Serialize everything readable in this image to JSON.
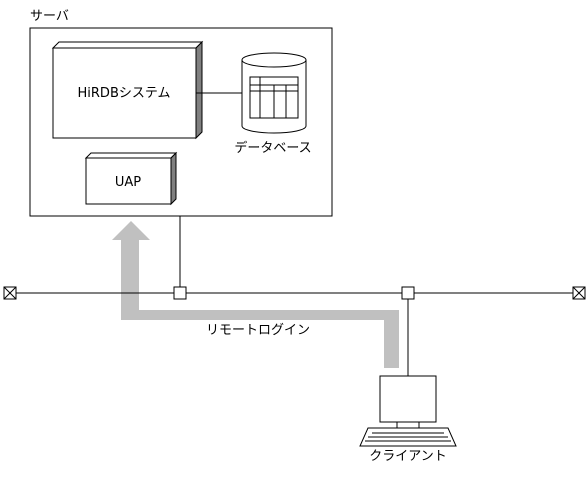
{
  "labels": {
    "server": "サーバ",
    "hirdb_system": "HiRDBシステム",
    "database": "データベース",
    "uap": "UAP",
    "remote_login": "リモートログイン",
    "client": "クライアント"
  },
  "colors": {
    "line": "#000000",
    "box_shadow": "#808080",
    "arrow": "#c0c0c0",
    "background": "#ffffff"
  }
}
